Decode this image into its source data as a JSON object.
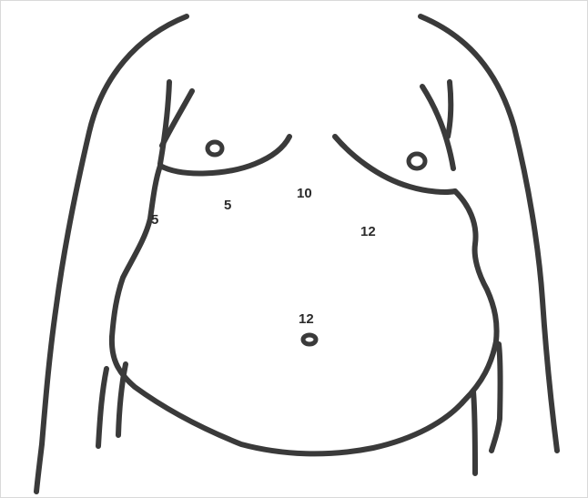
{
  "colors": {
    "ink": "#3a3a3a",
    "ink_light": "#4f4f4f",
    "label": "#2b2b2b",
    "border": "#d9d9d9",
    "background": "#ffffff"
  },
  "labels": {
    "right_flank": "5",
    "right_upper_quadrant": "5",
    "epigastrium": "10",
    "left_upper_quadrant": "12",
    "umbilicus": "12"
  }
}
